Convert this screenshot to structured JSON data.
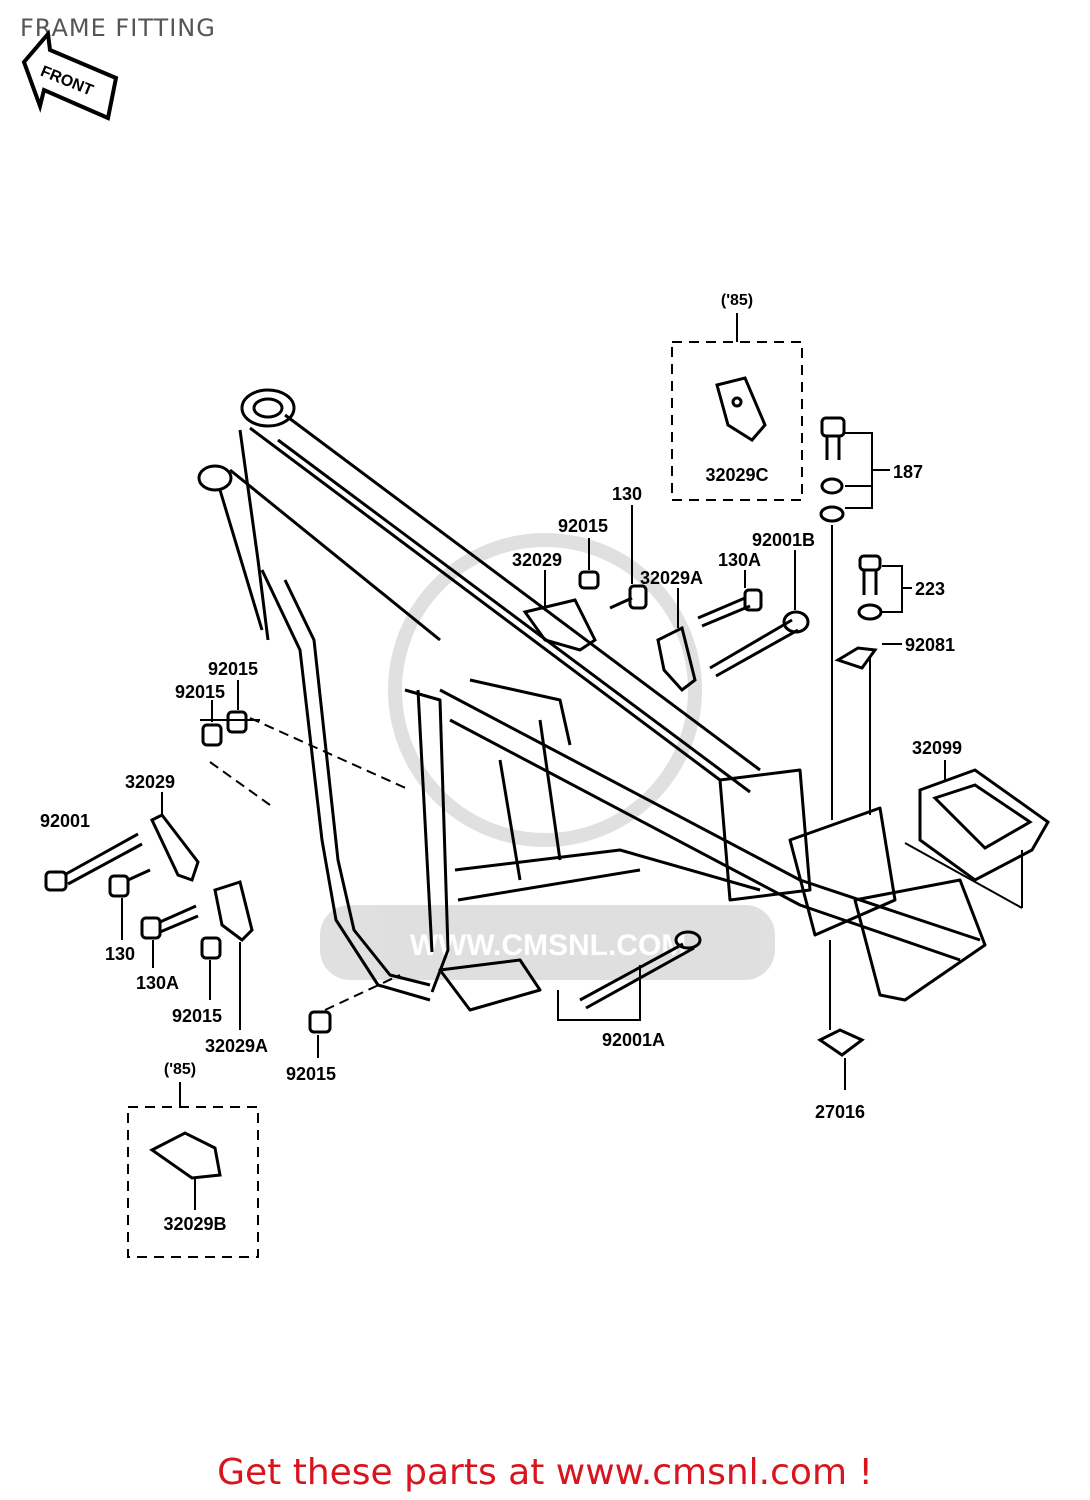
{
  "page": {
    "title": "FRAME FITTING",
    "footer": "Get these parts at www.cmsnl.com !",
    "watermark": "WWW.CMSNL.COM",
    "front_arrow": "FRONT",
    "accent_color": "#d8141e"
  },
  "insets": [
    {
      "year": "('85)",
      "part": "32029C"
    },
    {
      "year": "('85)",
      "part": "32029B"
    }
  ],
  "callouts": {
    "c187": "187",
    "c223": "223",
    "c92081": "92081",
    "c32099": "32099",
    "c27016": "27016",
    "c92001A": "92001A",
    "c92001B": "92001B",
    "c130A_top": "130A",
    "c130_top": "130",
    "c92015_top": "92015",
    "c32029_top": "32029",
    "c32029A_top": "32029A",
    "c92015_l1": "92015",
    "c92015_l2": "92015",
    "c32029_left": "32029",
    "c92001": "92001",
    "c130_left": "130",
    "c130A_left": "130A",
    "c92015_bot1": "92015",
    "c32029A_bot": "32029A",
    "c92015_bot2": "92015"
  }
}
